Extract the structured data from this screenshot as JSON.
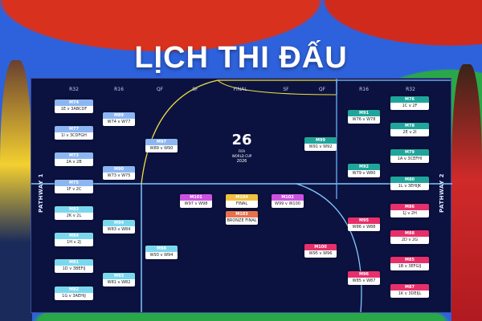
{
  "title": "LỊCH THI ĐẤU",
  "rounds_header": [
    "R32",
    "R16",
    "QF",
    "SF",
    "FINAL",
    "SF",
    "QF",
    "R16",
    "R32"
  ],
  "pathways": [
    "PATHWAY 1",
    "PATHWAY 2"
  ],
  "logo": {
    "number": "26",
    "brand": "FIFA",
    "line1": "WORLD CUP",
    "line2": "2026"
  },
  "colors": {
    "left_top": "#8bb6f2",
    "left_bottom": "#7ad8ee",
    "right_top": "#1fa59c",
    "right_bottom": "#e5306b",
    "semi": "#cc52e0",
    "final": "#f0c040",
    "bronze": "#e8704a",
    "board": "#0c1240"
  },
  "matches": {
    "left_r32": [
      [
        "M74",
        "1E v 3ABCDF"
      ],
      [
        "M77",
        "1I v 3CDFGH"
      ],
      [
        "M73",
        "2A v 2B"
      ],
      [
        "M75",
        "1F v 2C"
      ],
      [
        "M83",
        "2K v 2L"
      ],
      [
        "M84",
        "1H v 2J"
      ],
      [
        "M81",
        "1D v 3BEFIJ"
      ],
      [
        "M82",
        "1G v 3AEHIJ"
      ]
    ],
    "left_r16": [
      [
        "M89",
        "W74 v W77"
      ],
      [
        "M90",
        "W73 v W75"
      ],
      [
        "M94",
        "W83 v W84"
      ],
      [
        "M93",
        "W81 v W82"
      ]
    ],
    "left_qf": [
      [
        "M97",
        "W89 v W90"
      ],
      [
        "M98",
        "W93 v W94"
      ]
    ],
    "right_r32": [
      [
        "M76",
        "1C v 2F"
      ],
      [
        "M78",
        "2E v 2I"
      ],
      [
        "M79",
        "1A v 3CEFHI"
      ],
      [
        "M80",
        "1L v 3EHIJK"
      ],
      [
        "M86",
        "1J v 2H"
      ],
      [
        "M88",
        "2D v 2G"
      ],
      [
        "M85",
        "1B v 3EFGIJ"
      ],
      [
        "M87",
        "1K v 3DEIJL"
      ]
    ],
    "right_r16": [
      [
        "M91",
        "W76 v W78"
      ],
      [
        "M92",
        "W79 v W80"
      ],
      [
        "M95",
        "W86 v W88"
      ],
      [
        "M96",
        "W85 v W87"
      ]
    ],
    "right_qf": [
      [
        "M99",
        "W91 v W92"
      ],
      [
        "M100",
        "W95 v W96"
      ]
    ],
    "semis": [
      [
        "M101",
        "W97 v W98"
      ],
      [
        "M102",
        "W99 v W100"
      ]
    ],
    "final": [
      "M104",
      "FINAL"
    ],
    "bronze": [
      "M103",
      "BRONZE FINAL"
    ]
  }
}
